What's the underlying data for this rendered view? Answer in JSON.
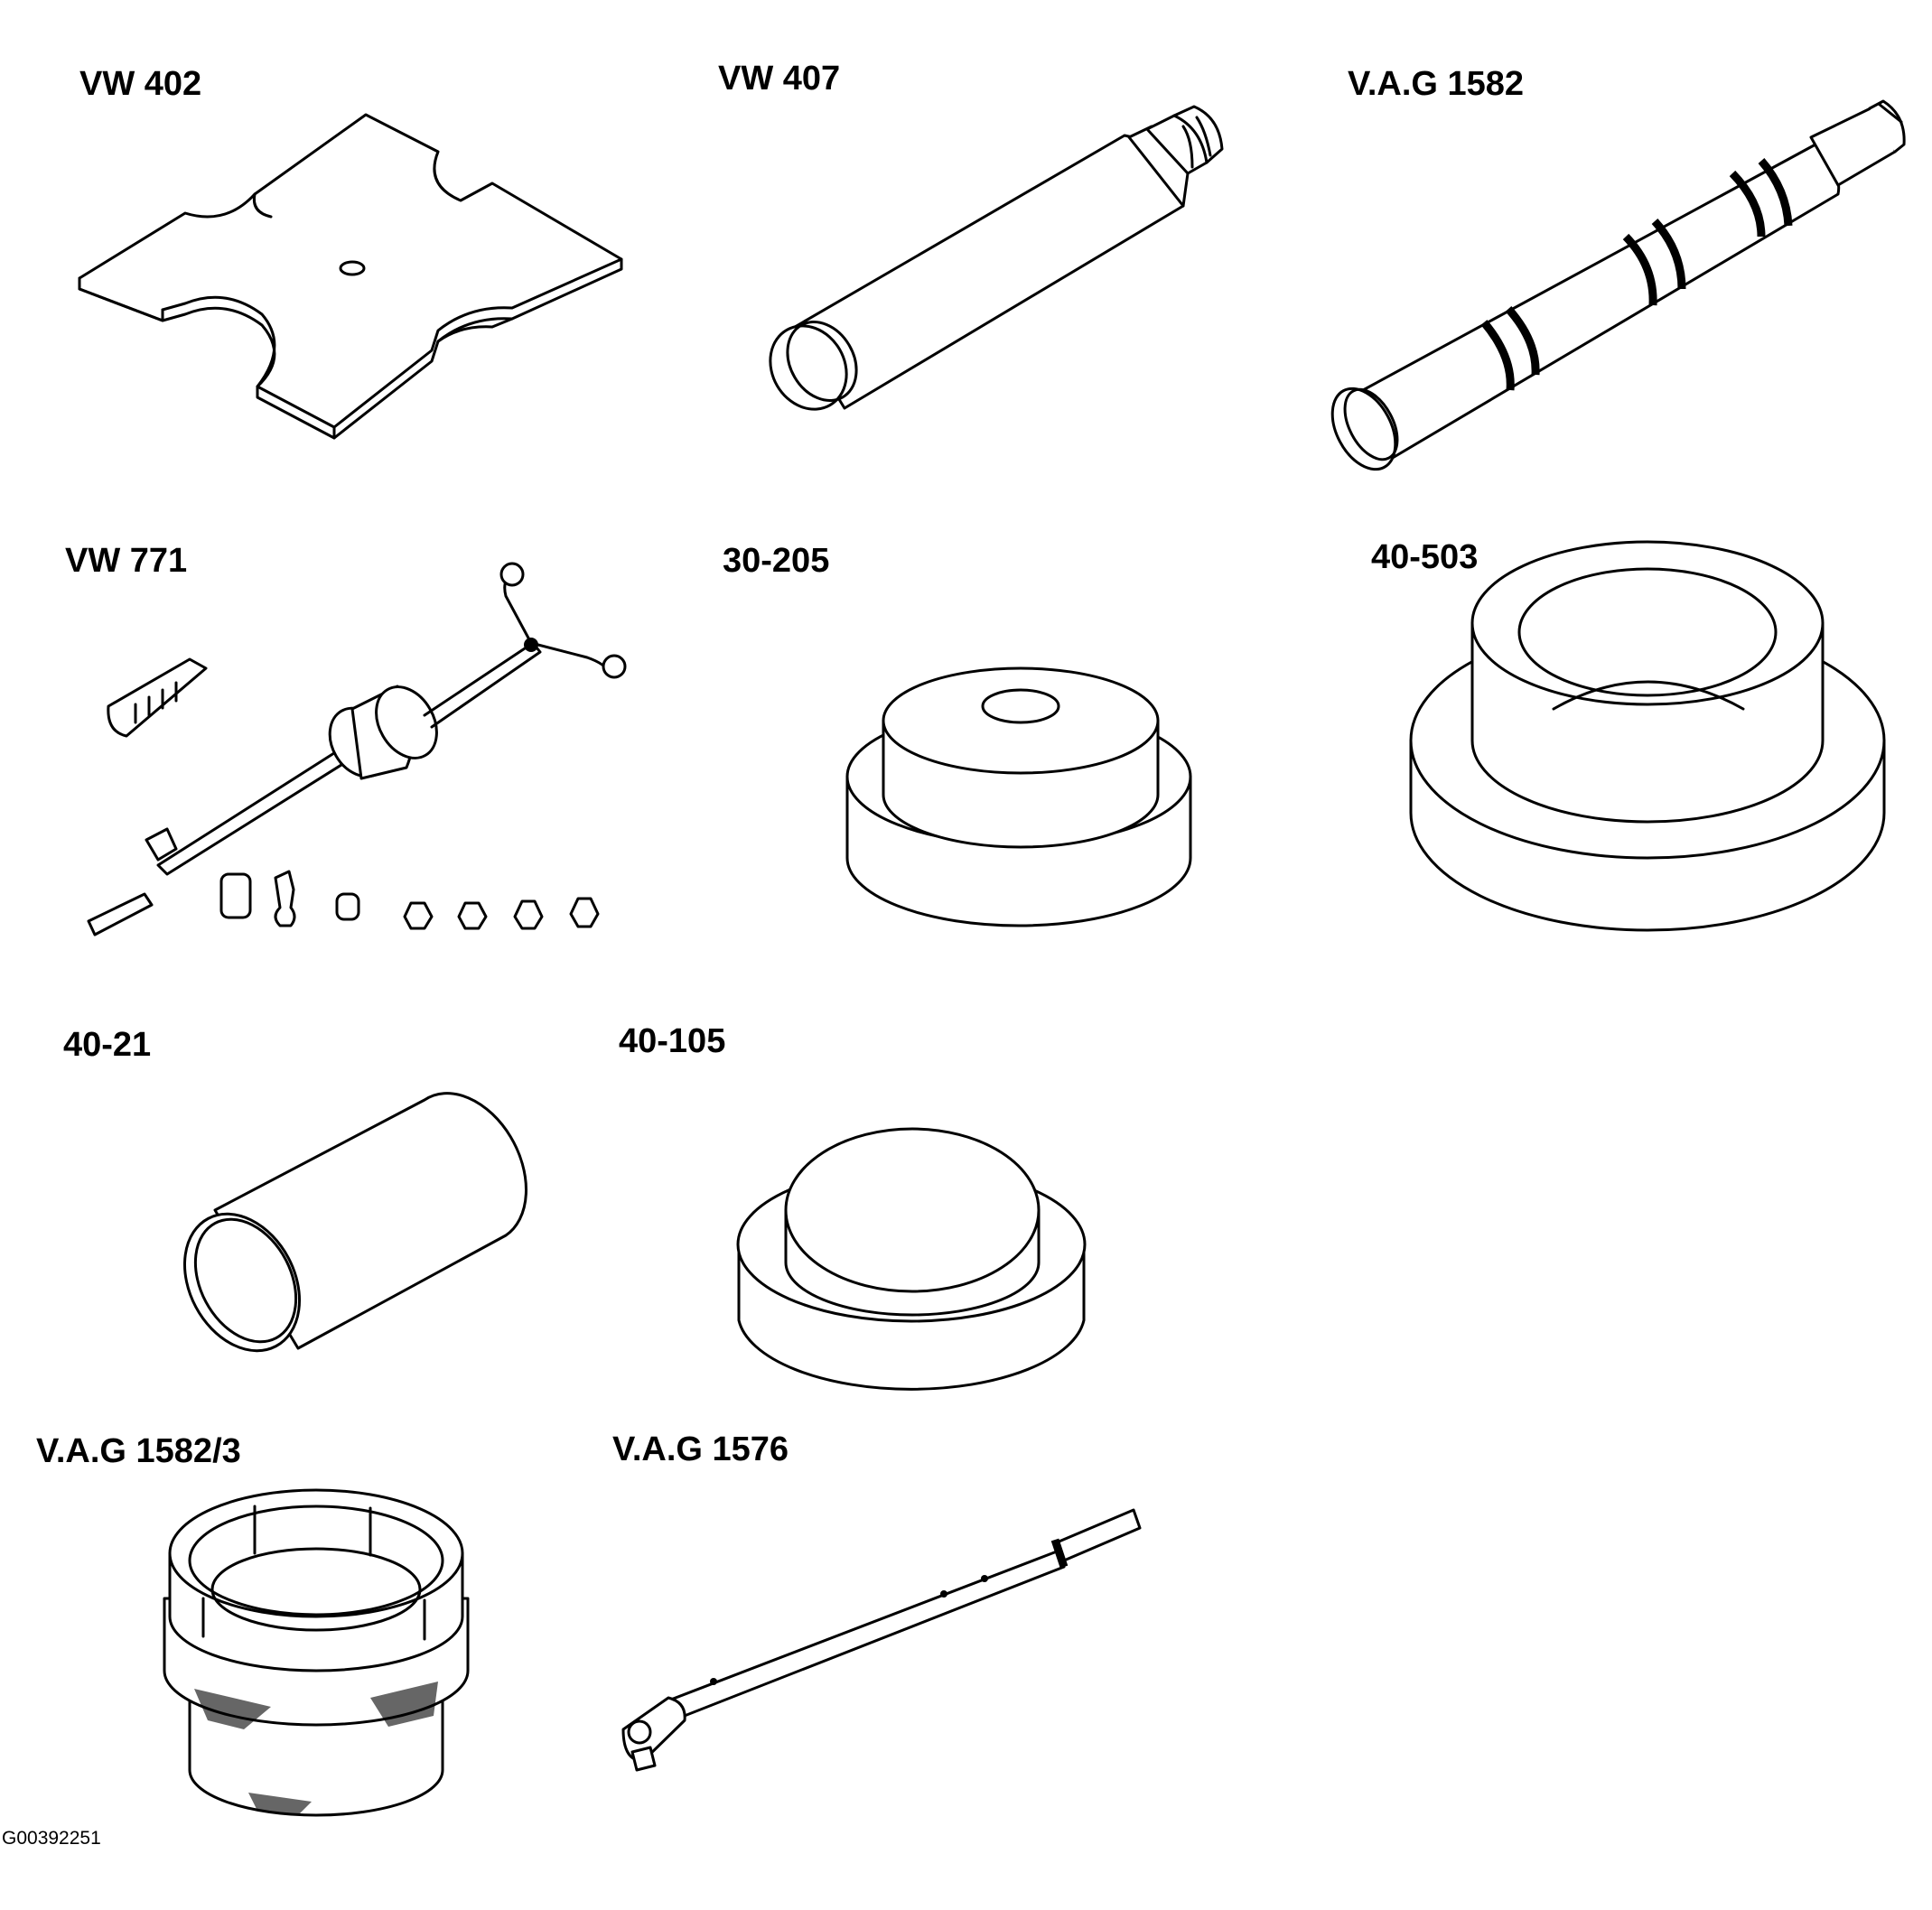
{
  "tools": [
    {
      "id": "vw402",
      "label": "VW 402"
    },
    {
      "id": "vw407",
      "label": "VW 407"
    },
    {
      "id": "vag1582",
      "label": "V.A.G 1582"
    },
    {
      "id": "vw771",
      "label": "VW 771"
    },
    {
      "id": "t30205",
      "label": "30-205"
    },
    {
      "id": "t40503",
      "label": "40-503"
    },
    {
      "id": "t4021",
      "label": "40-21"
    },
    {
      "id": "t40105",
      "label": "40-105"
    },
    {
      "id": "vag15823",
      "label": "V.A.G 1582/3"
    },
    {
      "id": "vag1576",
      "label": "V.A.G 1576"
    }
  ],
  "figure_id": "G00392251"
}
